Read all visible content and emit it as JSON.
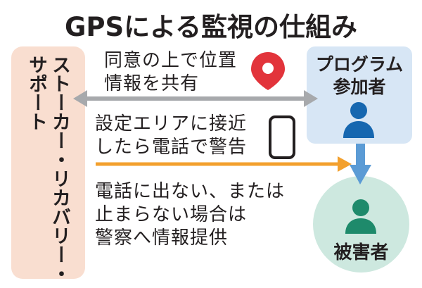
{
  "title": "GPSによる監視の仕組み",
  "support": {
    "col1": "ストーカー・リカバリー・",
    "col2": "サポート"
  },
  "participant": {
    "line1": "プログラム",
    "line2": "参加者"
  },
  "victim": {
    "label": "被害者"
  },
  "messages": {
    "location_share": [
      "同意の上で位置",
      "情報を共有"
    ],
    "alert": [
      "設定エリアに接近",
      "したら電話で警告"
    ],
    "report": [
      "電話に出ない、または",
      "止まらない場合は",
      "警察へ情報提供"
    ]
  },
  "colors": {
    "support_bg": "#f9ded0",
    "participant_bg": "#d7e6f5",
    "victim_bg": "#cde8df",
    "gray_arrow": "#a7a9ac",
    "orange_arrow": "#f3a02d",
    "blue_arrow": "#5b9bd5",
    "pin": "#e2343b",
    "person_blue": "#1667b0",
    "person_green": "#1e8a6b"
  },
  "icons": [
    "location-pin-icon",
    "smartphone-icon",
    "person-icon"
  ]
}
